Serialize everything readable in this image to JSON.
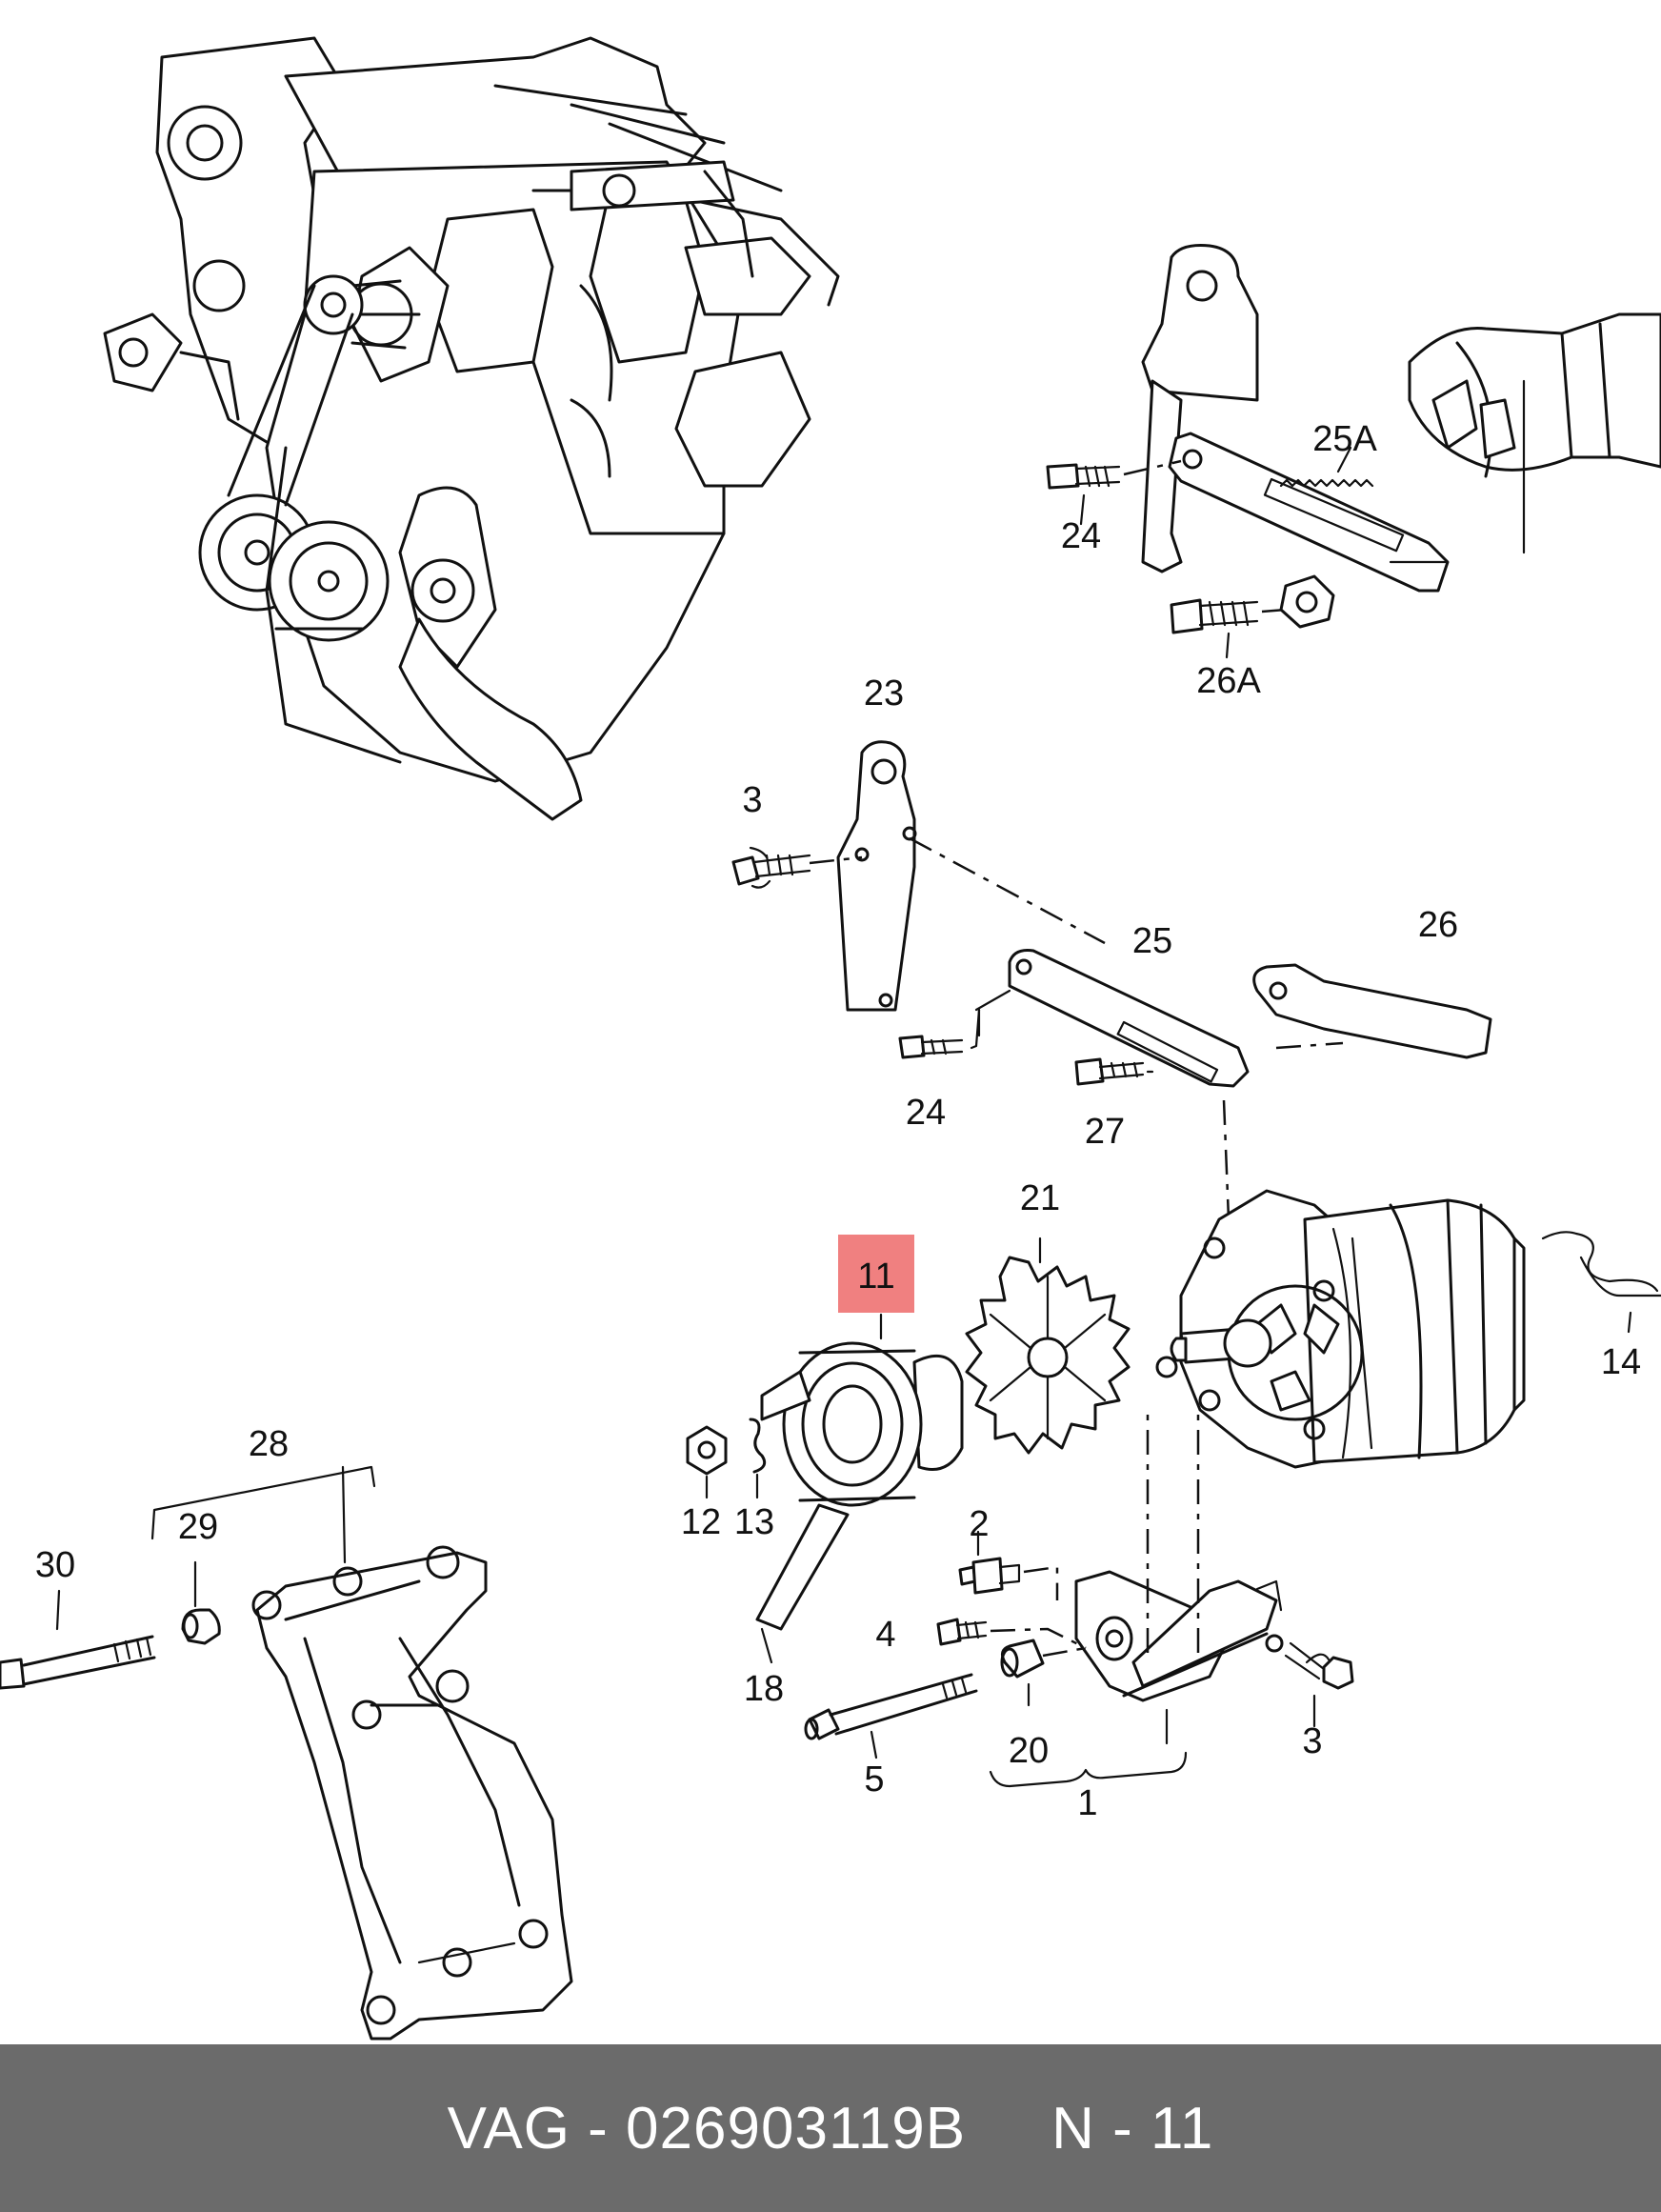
{
  "callouts": {
    "c23": "23",
    "c3a": "3",
    "c25": "25",
    "c26": "26",
    "c24a": "24",
    "c27": "27",
    "c24b": "24",
    "c25A": "25A",
    "c26A": "26A",
    "c21": "21",
    "c11": "11",
    "c12": "12",
    "c13": "13",
    "c14": "14",
    "c18": "18",
    "c2": "2",
    "c4": "4",
    "c20": "20",
    "c5": "5",
    "c1": "1",
    "c3b": "3",
    "c28": "28",
    "c29": "29",
    "c30": "30"
  },
  "highlight": {
    "label": "11",
    "color": "#f08080"
  },
  "footer": {
    "brand": "VAG - 026903119B",
    "ref": "N - 11"
  },
  "colors": {
    "line": "#111111",
    "footer_bg": "#6b6b6b",
    "footer_text": "#ffffff"
  }
}
